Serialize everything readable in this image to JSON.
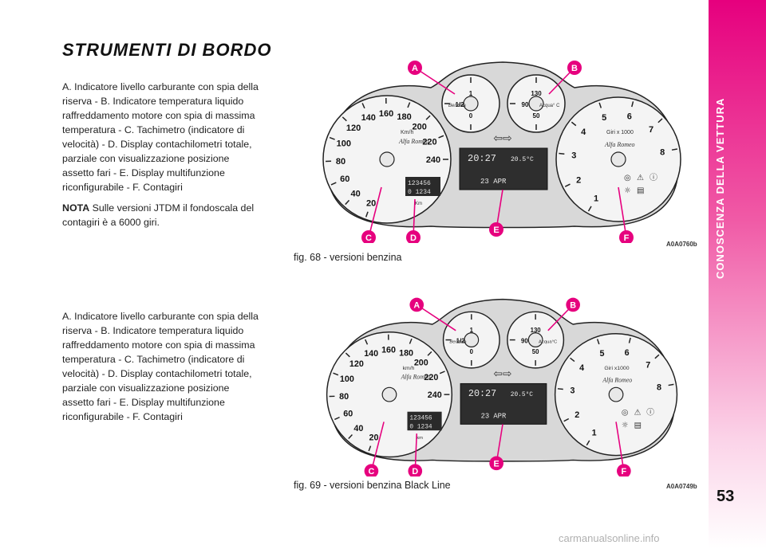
{
  "section": {
    "sidebar_title": "CONOSCENZA DELLA VETTURA",
    "page_number": "53",
    "watermark": "carmanualsonline.info"
  },
  "title": "STRUMENTI DI BORDO",
  "paragraph1": "A. Indicatore livello carburante con spia della riserva - B. Indicatore temperatura liquido raffreddamento motore con spia di massima temperatura - C. Tachimetro (indicatore di velocità) - D. Display contachilometri totale, parziale con visualizzazione posizione assetto fari - E. Display multifunzione riconfigurabile - F. Contagiri",
  "nota": {
    "label": "NOTA",
    "text": " Sulle versioni JTDM il fondoscala del contagiri è a 6000 giri."
  },
  "paragraph2": "A. Indicatore livello carburante con spia della riserva - B. Indicatore temperatura liquido raffreddamento motore con spia di massima temperatura - C. Tachimetro (indicatore di velocità) - D. Display contachilometri totale, parziale con visualizzazione posizione assetto fari - E. Display multifunzione riconfigurabile - F. Contagiri",
  "figures": [
    {
      "caption": "fig. 68 - versioni benzina",
      "code": "A0A0760b",
      "callouts": [
        "A",
        "B",
        "C",
        "D",
        "E",
        "F"
      ],
      "speedo_labels": [
        "20",
        "40",
        "60",
        "80",
        "100",
        "120",
        "140",
        "160",
        "180",
        "200",
        "220",
        "240"
      ],
      "speedo_unit": "Km/h",
      "rpm_labels": [
        "1",
        "2",
        "3",
        "4",
        "5",
        "6",
        "7",
        "8"
      ],
      "rpm_unit": "Giri x 1000",
      "brand": "Alfa Romeo",
      "fuel_labels": [
        "1",
        "1/2",
        "0"
      ],
      "fuel_name": "Benzina",
      "temp_labels": [
        "130",
        "90",
        "50"
      ],
      "temp_name": "Acqua° C",
      "odo_total": "123456",
      "odo_trip": "0  1234",
      "odo_unit": "Km",
      "display_time": "20:27",
      "display_temp": "20.5°C",
      "display_date": "23 APR"
    },
    {
      "caption": "fig. 69 - versioni benzina Black Line",
      "code": "A0A0749b",
      "callouts": [
        "A",
        "B",
        "C",
        "D",
        "E",
        "F"
      ],
      "speedo_labels": [
        "20",
        "40",
        "60",
        "80",
        "100",
        "120",
        "140",
        "160",
        "180",
        "200",
        "220",
        "240"
      ],
      "speedo_unit": "km/h",
      "rpm_labels": [
        "1",
        "2",
        "3",
        "4",
        "5",
        "6",
        "7",
        "8"
      ],
      "rpm_unit": "Giri x1000",
      "brand": "Alfa Romeo",
      "fuel_labels": [
        "1",
        "1/2",
        "0"
      ],
      "fuel_name": "Benzina",
      "temp_labels": [
        "130",
        "90",
        "50"
      ],
      "temp_name": "Acqua°C",
      "odo_total": "123456",
      "odo_trip": "0  1234",
      "odo_unit": "km",
      "display_time": "20:27",
      "display_temp": "20.5°C",
      "display_date": "23 APR"
    }
  ]
}
